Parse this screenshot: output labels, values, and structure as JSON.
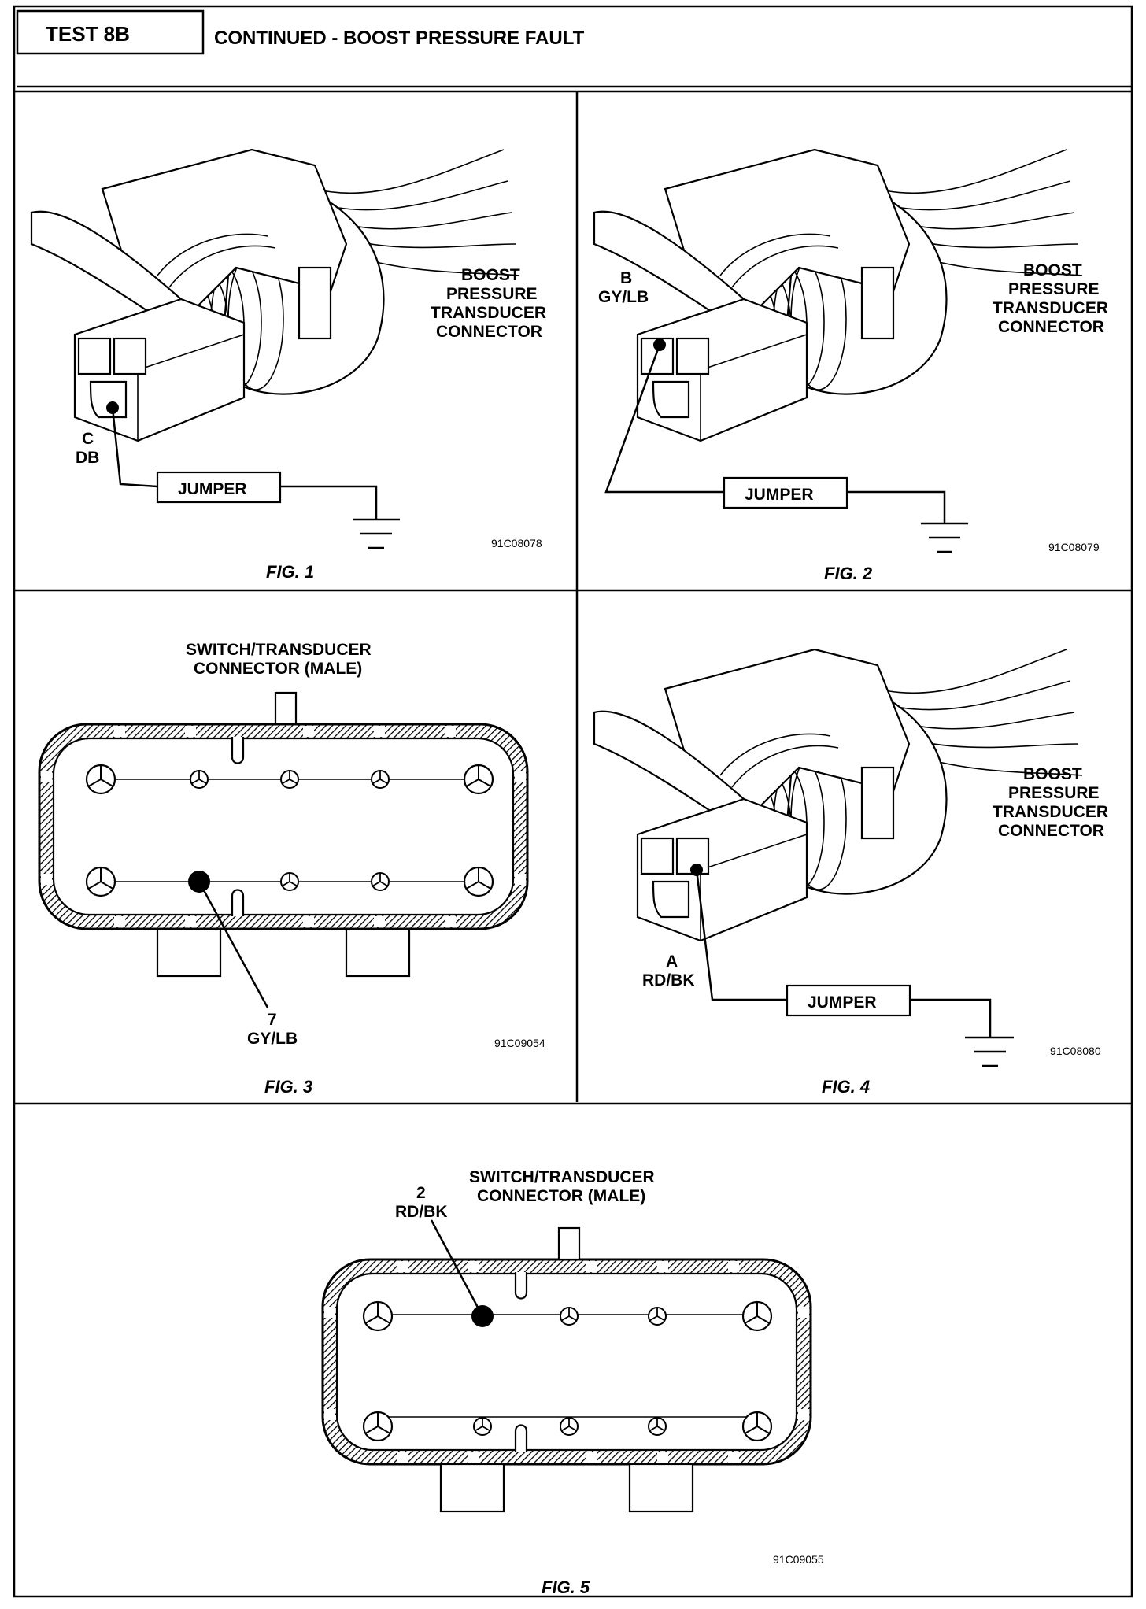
{
  "header": {
    "test_id": "TEST 8B",
    "title": "CONTINUED - BOOST PRESSURE FAULT"
  },
  "figures": [
    {
      "caption": "FIG. 1",
      "connector_label": [
        "BOOST",
        "PRESSURE",
        "TRANSDUCER",
        "CONNECTOR"
      ],
      "pin_label": [
        "C",
        "DB"
      ],
      "jumper": "JUMPER",
      "code": "91C08078"
    },
    {
      "caption": "FIG. 2",
      "connector_label": [
        "BOOST",
        "PRESSURE",
        "TRANSDUCER",
        "CONNECTOR"
      ],
      "pin_label": [
        "B",
        "GY/LB"
      ],
      "jumper": "JUMPER",
      "code": "91C08079"
    },
    {
      "caption": "FIG. 3",
      "connector_label": [
        "SWITCH/TRANSDUCER",
        "CONNECTOR (MALE)"
      ],
      "pin_label": [
        "7",
        "GY/LB"
      ],
      "code": "91C09054"
    },
    {
      "caption": "FIG. 4",
      "connector_label": [
        "BOOST",
        "PRESSURE",
        "TRANSDUCER",
        "CONNECTOR"
      ],
      "pin_label": [
        "A",
        "RD/BK"
      ],
      "jumper": "JUMPER",
      "code": "91C08080"
    },
    {
      "caption": "FIG. 5",
      "connector_label": [
        "SWITCH/TRANSDUCER",
        "CONNECTOR (MALE)"
      ],
      "pin_label": [
        "2",
        "RD/BK"
      ],
      "code": "91C09055"
    }
  ]
}
